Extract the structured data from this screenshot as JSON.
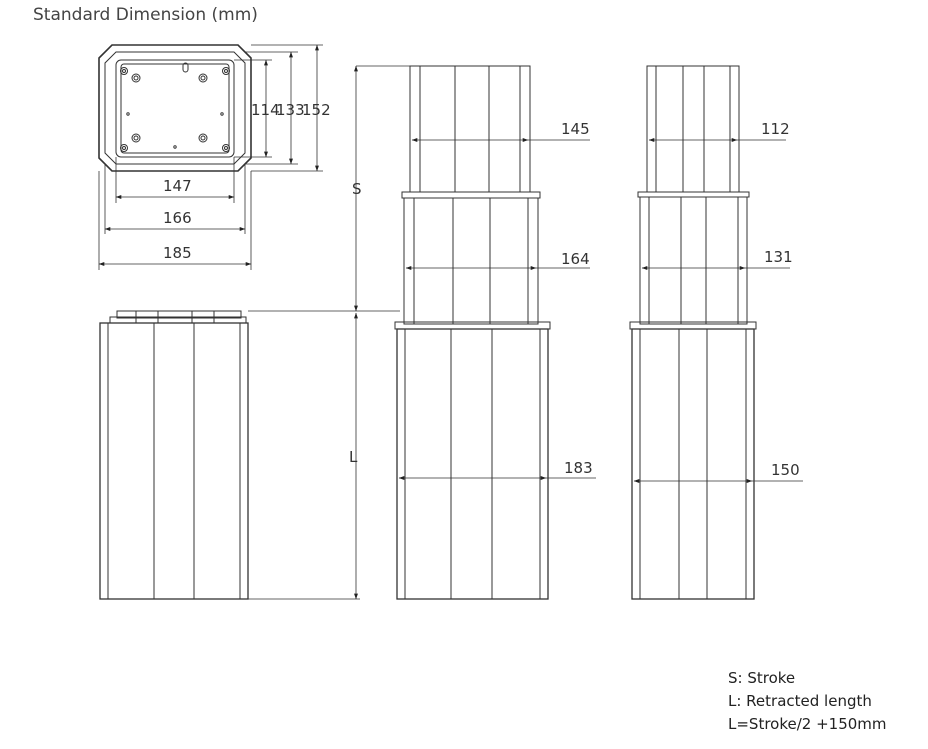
{
  "title": "Standard Dimension (mm)",
  "top_view": {
    "width_inner": "147",
    "width_mid": "166",
    "width_outer": "185",
    "height_inner": "114",
    "height_mid": "133",
    "height_outer": "152"
  },
  "labels": {
    "stroke": "S",
    "retracted": "L"
  },
  "front_view": {
    "top": "145",
    "middle": "164",
    "bottom": "183"
  },
  "side_view": {
    "top": "112",
    "middle": "131",
    "bottom": "150"
  },
  "legend": {
    "line1": "S: Stroke",
    "line2": "L: Retracted length",
    "line3": "L=Stroke/2 +150mm"
  }
}
